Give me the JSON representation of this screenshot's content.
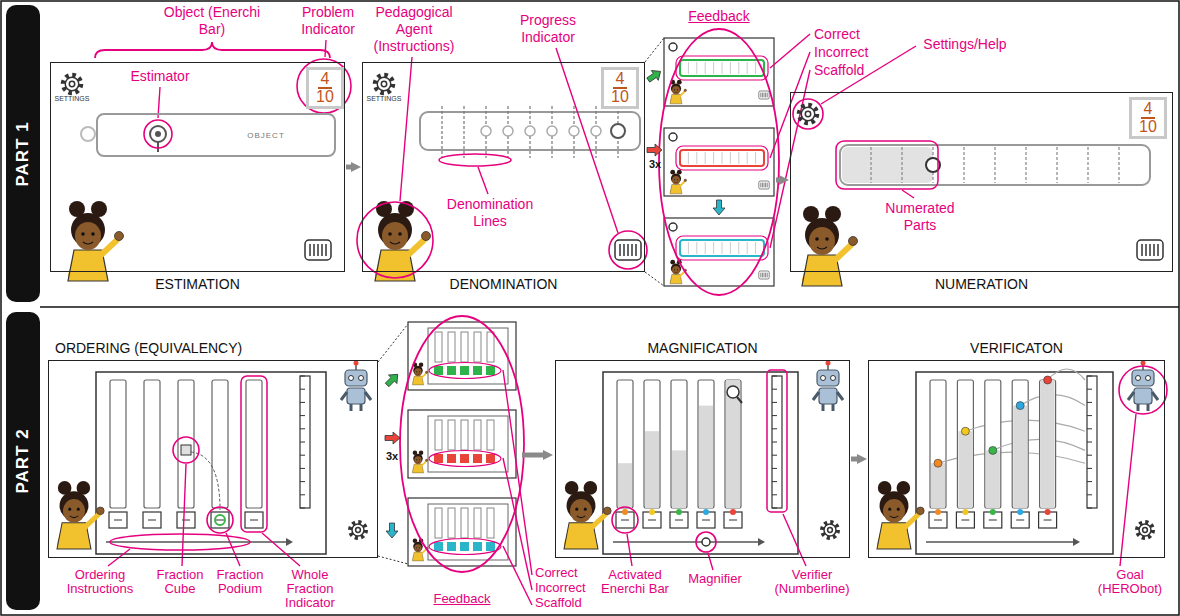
{
  "diagram": {
    "nodes": [
      {
        "text": [
          "PART 1"
        ]
      },
      {
        "text": [
          "PART 2"
        ]
      },
      {
        "text": [
          "ESTIMATION"
        ]
      },
      {
        "text": [
          "4",
          "10"
        ],
        "in": 2
      },
      {
        "text": [
          "OBJECT"
        ],
        "in": 2
      },
      {
        "text": [
          "DENOMINATION"
        ]
      },
      {
        "text": [
          "4",
          "10"
        ],
        "in": 5
      },
      {
        "text": [
          "NUMERATION"
        ]
      },
      {
        "text": [
          "4",
          "10"
        ],
        "in": 7
      },
      {
        "text": [
          "ORDERING (EQUIVALENCY)"
        ]
      },
      {
        "text": [
          "MAGNIFICATION"
        ]
      },
      {
        "text": [
          "VERIFICATON"
        ]
      }
    ],
    "edges": [
      {
        "from": 2,
        "to": 5,
        "arrow": "to"
      },
      {
        "from": 10,
        "to": 11,
        "arrow": "to"
      }
    ],
    "labels": [
      "Object (Enerchi Bar)",
      "Estimator",
      "Problem Indicator",
      "Pedagogical Agent (Instructions)",
      "Progress Indicator",
      "Feedback",
      "Correct",
      "Incorrect",
      "Scaffold",
      "Settings/Help",
      "Denomination Lines",
      "Numerated Parts",
      "Ordering Instructions",
      "Fraction Cube",
      "Fraction Podium",
      "Whole Fraction Indicator",
      "Feedback",
      "Correct",
      "Incorrect",
      "Scaffold",
      "Activated Enerchi Bar",
      "Magnifier",
      "Verifier (Numberline)",
      "Goal (HERObot)",
      "SETTINGS",
      "SETTINGS",
      "3x",
      "3x"
    ]
  }
}
